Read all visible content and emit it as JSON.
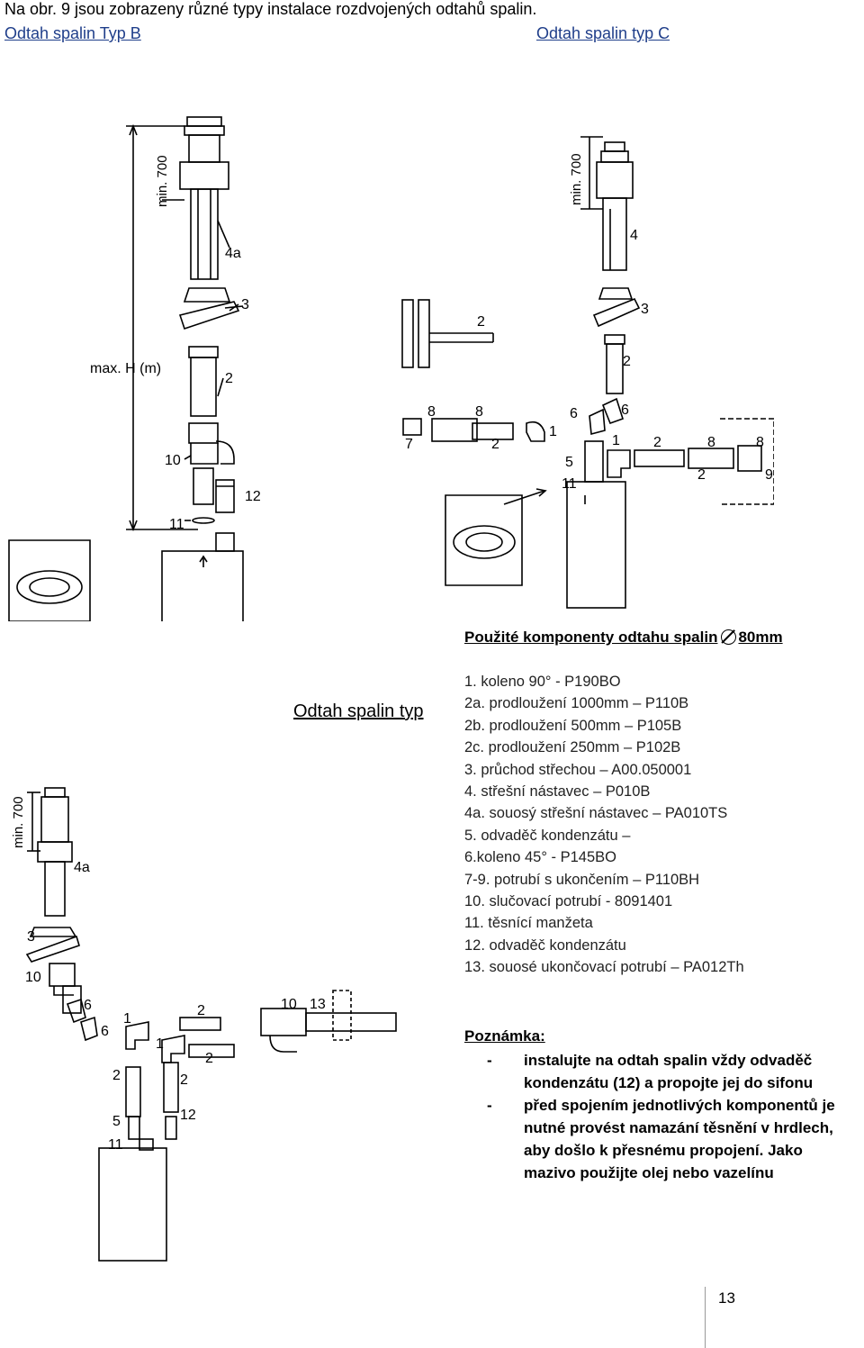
{
  "intro": {
    "text": "Na obr. 9 jsou zobrazeny různé typy instalace  rozdvojených odtahů spalin.",
    "type_b_label": "Odtah spalin Typ B",
    "type_c_label": "Odtah spalin typ C"
  },
  "diagram_top_left": {
    "min_label": "min. 700",
    "max_label": "max. H (m)",
    "parts": [
      "4a",
      "3",
      "2",
      "10",
      "12",
      "11"
    ]
  },
  "diagram_top_right": {
    "min_label": "min. 700",
    "parts": [
      "4",
      "3",
      "2",
      "2",
      "8",
      "8",
      "6",
      "6",
      "1",
      "7",
      "2",
      "1",
      "5",
      "11",
      "2",
      "8",
      "8",
      "2",
      "9"
    ]
  },
  "diagram_bottom_left": {
    "min_label": "min. 700",
    "parts": [
      "4a",
      "3",
      "10",
      "6",
      "6",
      "1",
      "2",
      "1",
      "2",
      "2",
      "2",
      "5",
      "12",
      "11",
      "10",
      "13"
    ]
  },
  "components": {
    "title": "Použité komponenty odtahu spalin",
    "title_unit": "80mm",
    "items": [
      "1. koleno 90° - P190BO",
      "2a. prodloužení 1000mm – P110B",
      "2b. prodloužení 500mm – P105B",
      "2c. prodloužení 250mm – P102B",
      "3. průchod střechou – A00.050001",
      "4. střešní nástavec – P010B",
      "4a. souosý střešní nástavec – PA010TS",
      "5. odvaděč kondenzátu –",
      "6.koleno 45° - P145BO",
      "7-9. potrubí s ukončením – P110BH",
      "10. slučovací potrubí - 8091401",
      "11. těsnící manžeta",
      "12. odvaděč kondenzátu",
      "13. souosé ukončovací potrubí – PA012Th"
    ]
  },
  "typ_label": "Odtah spalin typ",
  "note": {
    "title": "Poznámka:",
    "items": [
      {
        "dash": "-",
        "line1": "instalujte na odtah spalin vždy odvaděč",
        "line2": "kondenzátu (12) a propojte jej do sifonu"
      },
      {
        "dash": "-",
        "line1": "před spojením jednotlivých komponentů je",
        "line2": "nutné provést namazání těsnění v hrdlech,",
        "line3": "aby došlo k přesnému propojení. Jako",
        "line4": "mazivo použijte olej nebo vazelínu"
      }
    ]
  },
  "page_number": "13"
}
